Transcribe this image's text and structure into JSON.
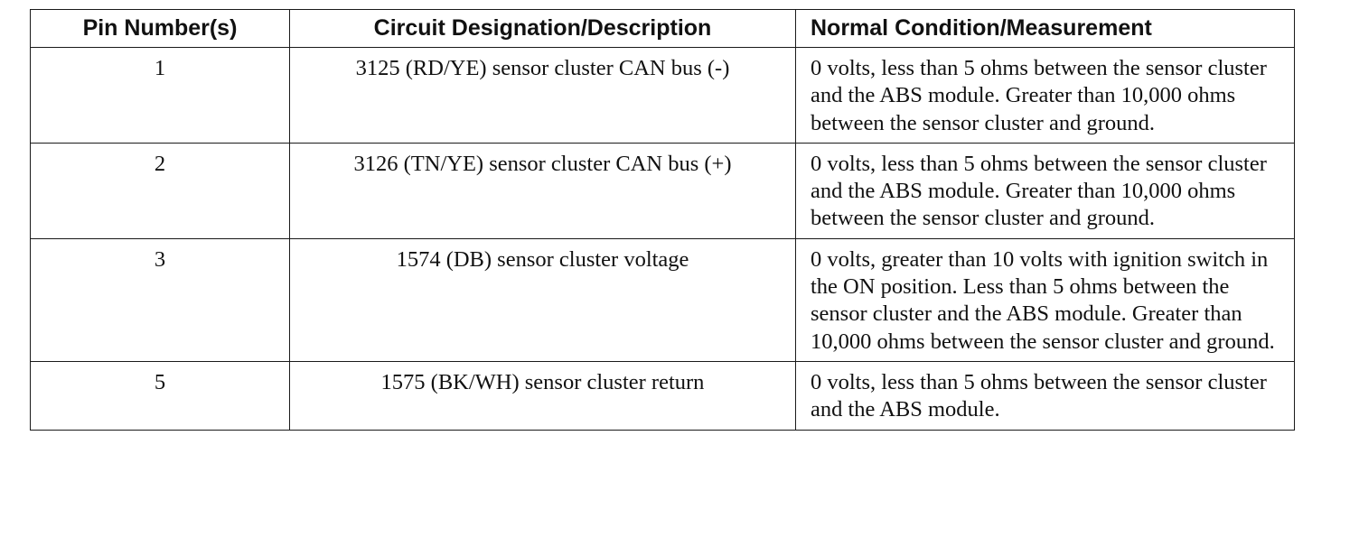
{
  "table": {
    "headers": [
      "Pin Number(s)",
      "Circuit Designation/Description",
      "Normal Condition/Measurement"
    ],
    "rows": [
      {
        "pin": "1",
        "circuit": "3125 (RD/YE) sensor cluster CAN bus (-)",
        "condition": "0 volts, less than 5 ohms between the sensor cluster and the ABS module. Greater than 10,000 ohms between the sensor cluster and ground."
      },
      {
        "pin": "2",
        "circuit": "3126 (TN/YE) sensor cluster CAN bus (+)",
        "condition": "0 volts, less than 5 ohms between the sensor cluster and the ABS module. Greater than 10,000 ohms between the sensor cluster and ground."
      },
      {
        "pin": "3",
        "circuit": "1574 (DB) sensor cluster voltage",
        "condition": "0 volts, greater than 10 volts with ignition switch in the ON position. Less than 5 ohms between the sensor cluster and the ABS module. Greater than 10,000 ohms between the sensor cluster and ground."
      },
      {
        "pin": "5",
        "circuit": "1575 (BK/WH) sensor cluster return",
        "condition": "0 volts, less than 5 ohms between the sensor cluster and the ABS module."
      }
    ]
  }
}
